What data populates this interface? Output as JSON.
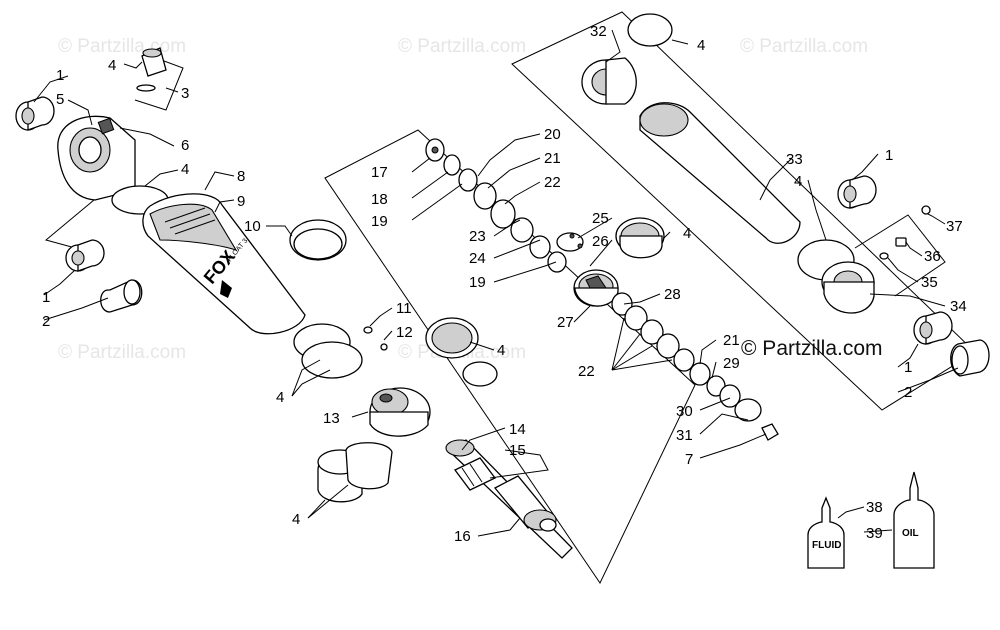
{
  "watermarks": [
    "© Partzilla.com",
    "© Partzilla.com",
    "© Partzilla.com",
    "© Partzilla.com",
    "© Partzilla.com"
  ],
  "watermark_main": "© Partzilla.com",
  "logo_text": {
    "brand": "FOX",
    "sub": "FLOAT 3"
  },
  "bottles": {
    "fluid": "FLUID",
    "oil": "OIL"
  },
  "callouts": [
    "1",
    "5",
    "4",
    "3",
    "6",
    "4",
    "1",
    "2",
    "8",
    "9",
    "10",
    "4",
    "11",
    "12",
    "4",
    "13",
    "4",
    "14",
    "15",
    "16",
    "17",
    "18",
    "19",
    "20",
    "21",
    "22",
    "23",
    "24",
    "19",
    "25",
    "26",
    "4",
    "27",
    "28",
    "22",
    "21",
    "29",
    "30",
    "31",
    "7",
    "32",
    "4",
    "33",
    "1",
    "4",
    "37",
    "36",
    "35",
    "34",
    "1",
    "2",
    "38",
    "39"
  ]
}
